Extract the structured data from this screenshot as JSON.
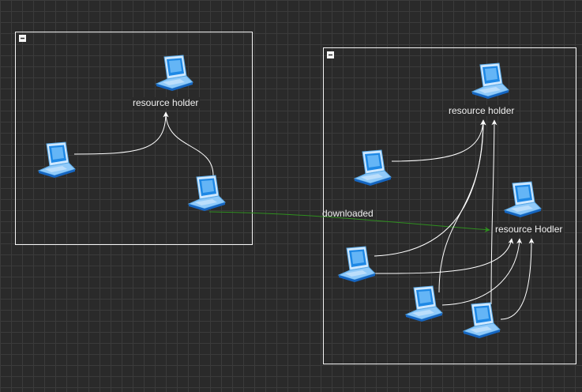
{
  "diagram": {
    "groups": [
      {
        "id": "group-left",
        "collapse_icon": "minus-square-icon"
      },
      {
        "id": "group-right",
        "collapse_icon": "minus-square-icon"
      }
    ],
    "labels": {
      "left_holder": "resource holder",
      "right_holder": "resource holder",
      "right_hodler": "resource Hodler",
      "edge_downloaded": "downloaded"
    },
    "node_icon": "laptop-icon",
    "colors": {
      "background": "#2a2a2a",
      "grid": "#3b3b3b",
      "edge": "#ffffff",
      "edge_highlight": "#2f8f1f",
      "screen": "#1e88e5",
      "body": "#90caf9"
    }
  }
}
